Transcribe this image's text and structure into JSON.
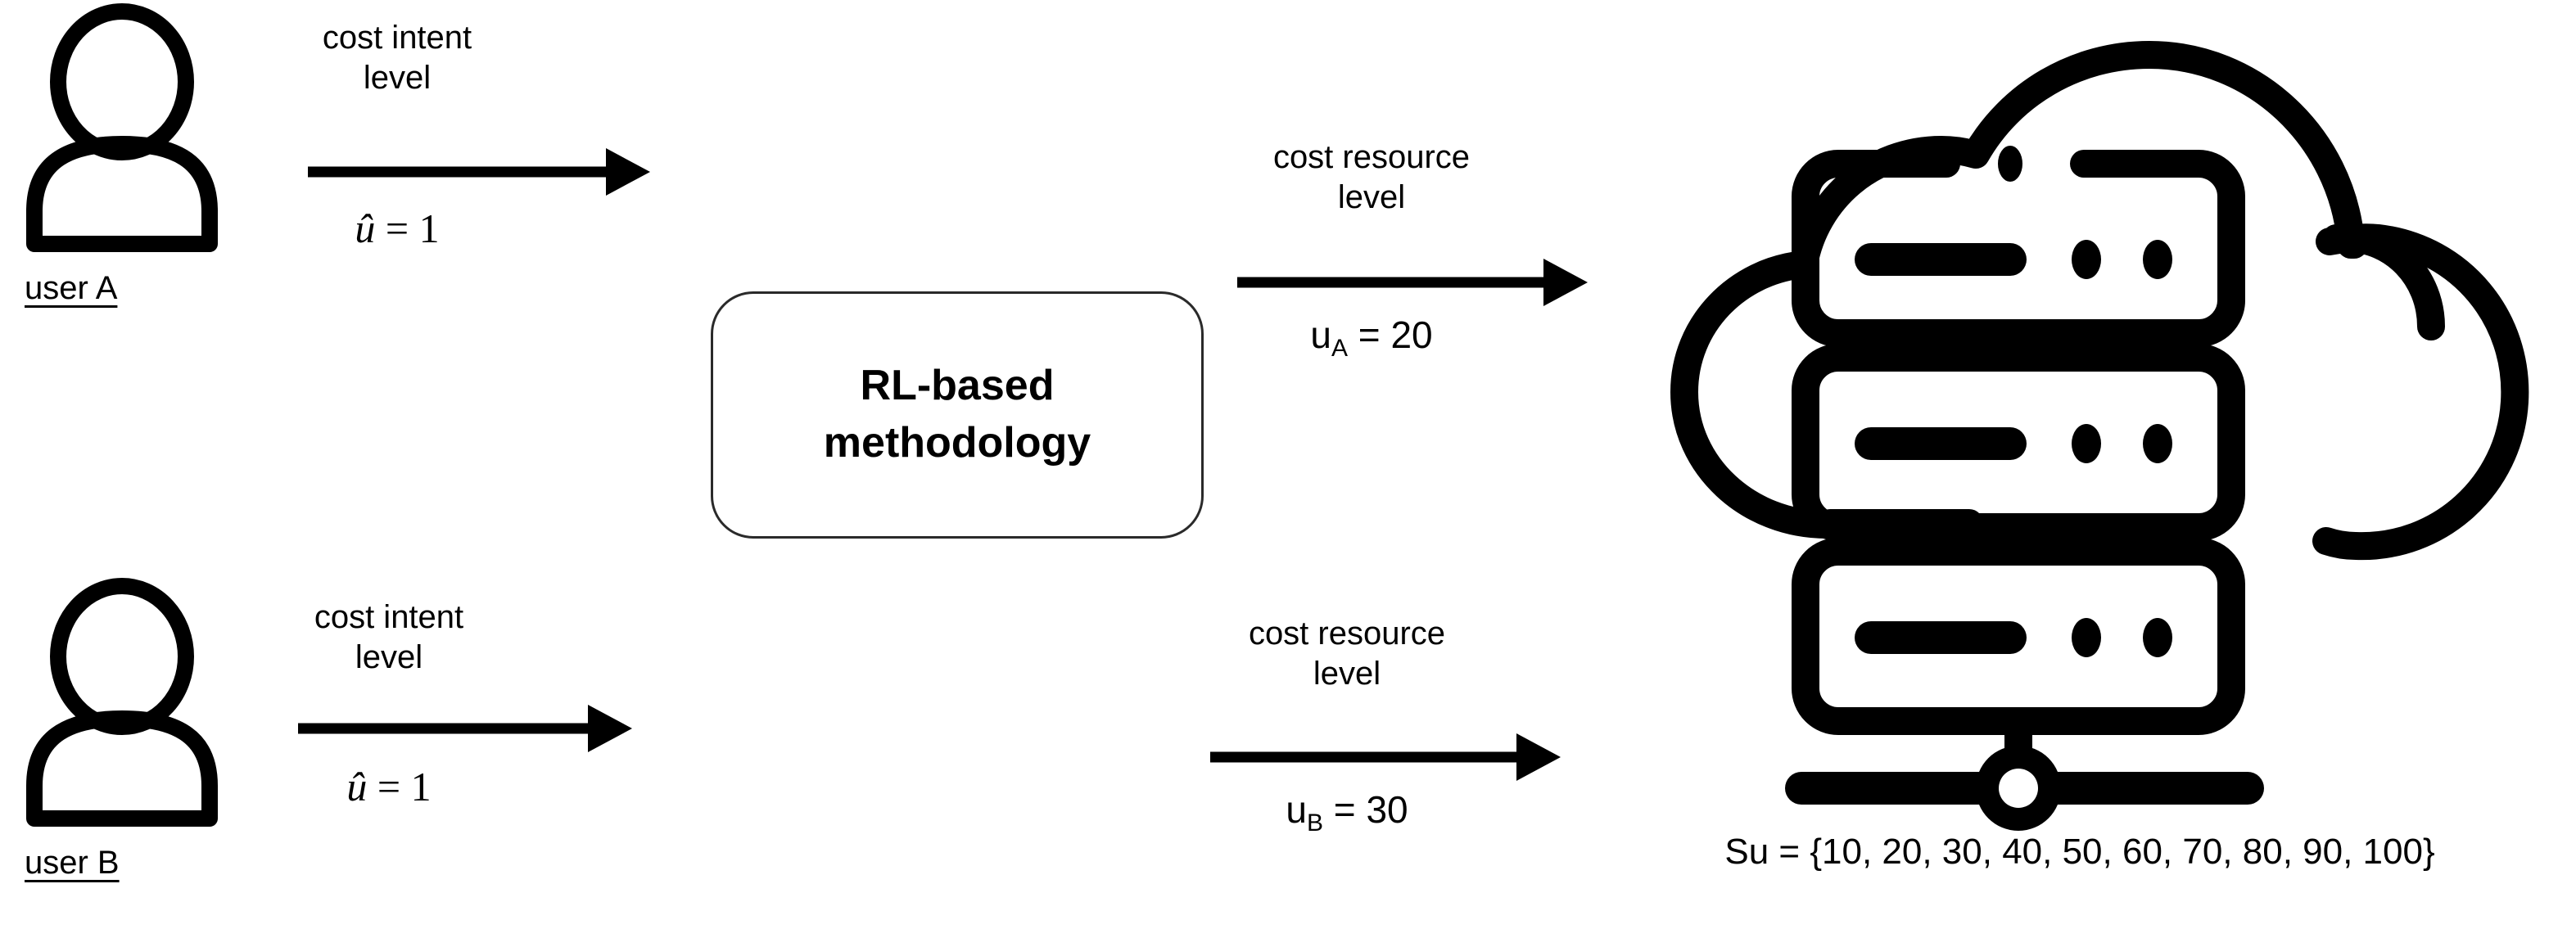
{
  "diagram": {
    "title": "RL-based methodology resource allocation diagram",
    "colors": {
      "stroke": "#000000",
      "box_border": "#2a2a2a",
      "background": "#ffffff"
    },
    "users": [
      {
        "caption": "user A",
        "intent_label_line1": "cost intent",
        "intent_label_line2": "level",
        "intent_value_symbol": "û",
        "intent_value_op": "=",
        "intent_value_number": "1",
        "icon": "user-icon"
      },
      {
        "caption": "user B",
        "intent_label_line1": "cost intent",
        "intent_label_line2": "level",
        "intent_value_symbol": "û",
        "intent_value_op": "=",
        "intent_value_number": "1",
        "icon": "user-icon"
      }
    ],
    "methodology": {
      "line1": "RL-based",
      "line2": "methodology"
    },
    "outputs": [
      {
        "label_line1": "cost resource",
        "label_line2": "level",
        "symbol": "u",
        "subscript": "A",
        "op": " = ",
        "value": "20"
      },
      {
        "label_line1": "cost resource",
        "label_line2": "level",
        "symbol": "u",
        "subscript": "B",
        "op": " = ",
        "value": "30"
      }
    ],
    "cloud": {
      "icon": "cloud-server-icon",
      "set_label": "Su = {10, 20, 30, 40, 50, 60, 70, 80, 90, 100}",
      "set_name": "Su",
      "set_values": [
        10,
        20,
        30,
        40,
        50,
        60,
        70,
        80,
        90,
        100
      ]
    },
    "arrows": [
      {
        "name": "arrow-user-a-to-methodology"
      },
      {
        "name": "arrow-user-b-to-methodology"
      },
      {
        "name": "arrow-methodology-to-cloud-a"
      },
      {
        "name": "arrow-methodology-to-cloud-b"
      }
    ]
  }
}
